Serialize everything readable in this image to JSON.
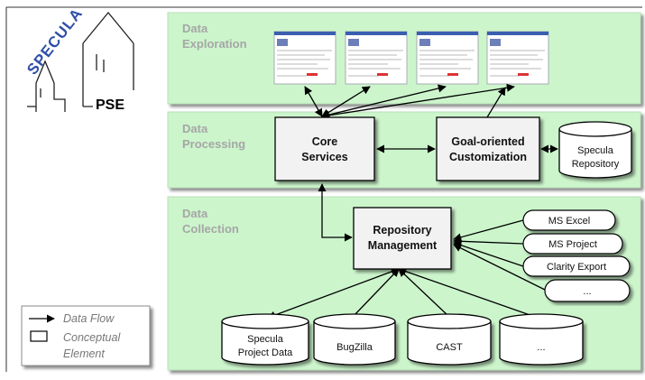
{
  "logo": {
    "wordmark": "SPECULA",
    "badge": "PSE"
  },
  "layers": {
    "exploration": {
      "line1": "Data",
      "line2": "Exploration"
    },
    "processing": {
      "line1": "Data",
      "line2": "Processing"
    },
    "collection": {
      "line1": "Data",
      "line2": "Collection"
    }
  },
  "nodes": {
    "core_services": {
      "line1": "Core",
      "line2": "Services"
    },
    "goal_customization": {
      "line1": "Goal-oriented",
      "line2": "Customization"
    },
    "specula_repository": {
      "line1": "Specula",
      "line2": "Repository"
    },
    "repository_management": {
      "line1": "Repository",
      "line2": "Management"
    }
  },
  "external_sources": [
    {
      "label": "MS Excel"
    },
    {
      "label": "MS Project"
    },
    {
      "label": "Clarity Export"
    },
    {
      "label": "..."
    }
  ],
  "databases": [
    {
      "line1": "Specula",
      "line2": "Project Data"
    },
    {
      "line1": "BugZilla",
      "line2": ""
    },
    {
      "line1": "CAST",
      "line2": ""
    },
    {
      "line1": "...",
      "line2": ""
    }
  ],
  "legend": {
    "data_flow": "Data Flow",
    "element_line1": "Conceptual",
    "element_line2": "Element"
  },
  "colors": {
    "layer_fill": "#ccf5cc",
    "box_fill": "#f2f2f2",
    "logo_blue": "#2f4fa8"
  }
}
